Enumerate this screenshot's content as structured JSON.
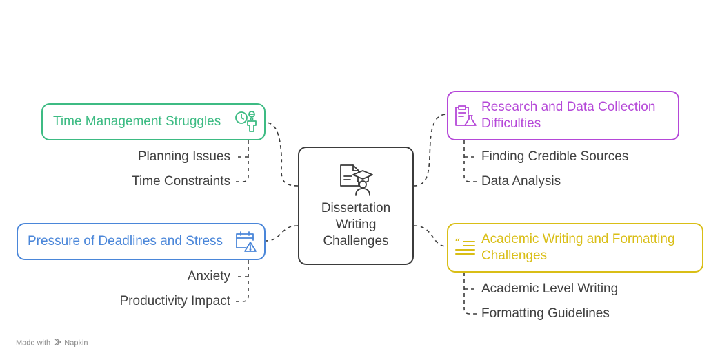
{
  "center": {
    "lines": [
      "Dissertation",
      "Writing",
      "Challenges"
    ]
  },
  "branches": {
    "time": {
      "title": "Time Management Struggles",
      "color": "#3dbb83",
      "items": [
        "Planning Issues",
        "Time Constraints"
      ],
      "icon": "clock-person-icon"
    },
    "pressure": {
      "title": "Pressure of Deadlines and Stress",
      "color": "#4a86d9",
      "items": [
        "Anxiety",
        "Productivity Impact"
      ],
      "icon": "calendar-warning-icon"
    },
    "research": {
      "title_lines": [
        "Research and Data Collection",
        "Difficulties"
      ],
      "color": "#b548d8",
      "items": [
        "Finding Credible Sources",
        "Data Analysis"
      ],
      "icon": "clipboard-flask-icon"
    },
    "academic": {
      "title_lines": [
        "Academic Writing and Formatting",
        "Challenges"
      ],
      "color": "#d9be16",
      "items": [
        "Academic Level Writing",
        "Formatting Guidelines"
      ],
      "icon": "quote-lines-icon"
    }
  },
  "watermark": {
    "prefix": "Made with",
    "brand": "Napkin"
  }
}
